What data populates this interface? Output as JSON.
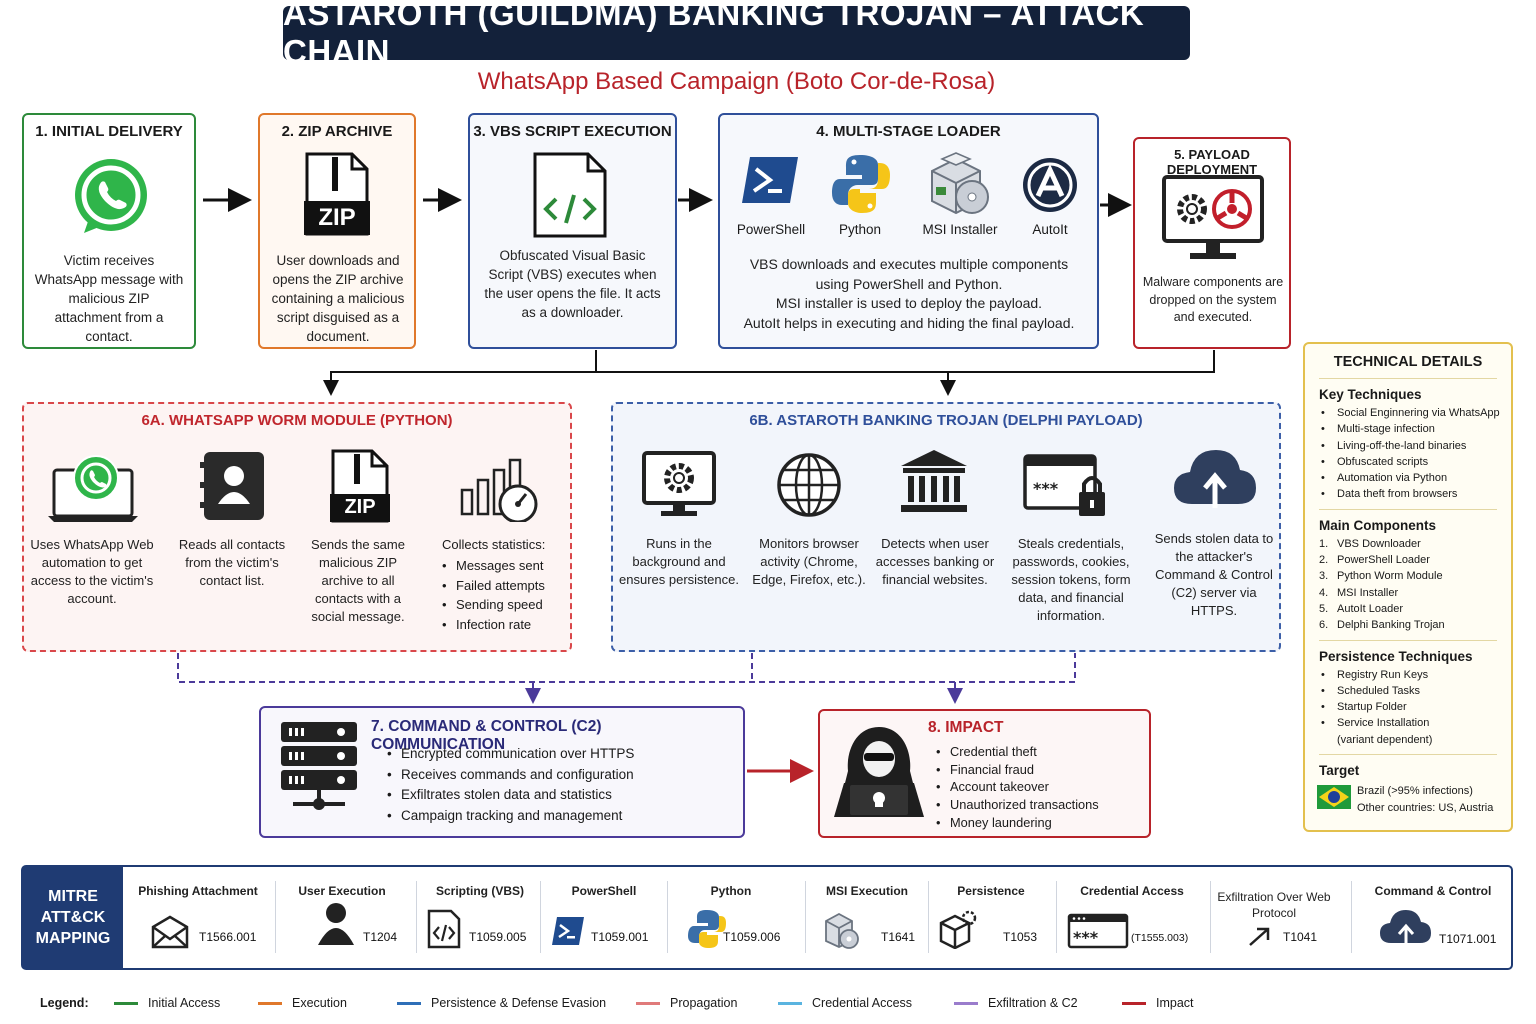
{
  "title": "ASTAROTH (GUILDMA) BANKING TROJAN – ATTACK CHAIN",
  "subtitle": "WhatsApp Based Campaign (Boto Cor-de-Rosa)",
  "step1": {
    "title": "1. INITIAL DELIVERY",
    "desc": "Victim receives WhatsApp message with malicious ZIP attachment from a contact."
  },
  "step2": {
    "title": "2. ZIP ARCHIVE",
    "icon_text": "ZIP",
    "desc": "User downloads and opens the ZIP archive containing a malicious script disguised as a document."
  },
  "step3": {
    "title": "3. VBS SCRIPT EXECUTION",
    "desc": "Obfuscated Visual Basic Script (VBS) executes when the user opens the file. It acts as a downloader."
  },
  "step4": {
    "title": "4. MULTI-STAGE LOADER",
    "tools": [
      "PowerShell",
      "Python",
      "MSI Installer",
      "AutoIt"
    ],
    "desc": [
      "VBS downloads and executes multiple components",
      "using PowerShell and Python.",
      "MSI installer is used to deploy the payload.",
      "AutoIt helps in executing and hiding the final payload."
    ]
  },
  "step5": {
    "title": "5. PAYLOAD DEPLOYMENT",
    "desc": "Malware components are dropped on the system and executed."
  },
  "step6a": {
    "title": "6A. WHATSAPP WORM MODULE (PYTHON)",
    "items": [
      {
        "desc": "Uses WhatsApp Web automation to get access to the victim's account."
      },
      {
        "desc": "Reads all contacts from the victim's contact list."
      },
      {
        "desc": "Sends the same malicious ZIP archive to all contacts with a social message.",
        "icon_text": "ZIP"
      },
      {
        "desc": "Collects statistics:",
        "bullets": [
          "Messages sent",
          "Failed attempts",
          "Sending speed",
          "Infection rate"
        ]
      }
    ]
  },
  "step6b": {
    "title": "6B. ASTAROTH BANKING TROJAN (DELPHI PAYLOAD)",
    "items": [
      "Runs in the background and ensures persistence.",
      "Monitors browser activity (Chrome, Edge, Firefox, etc.).",
      "Detects when user accesses banking or financial websites.",
      "Steals credentials, passwords, cookies, session tokens, form data, and financial information.",
      "Sends stolen data to the attacker's Command & Control (C2) server via HTTPS."
    ]
  },
  "step7": {
    "title": "7. COMMAND & CONTROL (C2) COMMUNICATION",
    "bullets": [
      "Encrypted communication over HTTPS",
      "Receives commands and configuration",
      "Exfiltrates stolen data and statistics",
      "Campaign tracking and management"
    ]
  },
  "step8": {
    "title": "8. IMPACT",
    "bullets": [
      "Credential theft",
      "Financial fraud",
      "Account takeover",
      "Unauthorized transactions",
      "Money laundering"
    ]
  },
  "technical": {
    "title": "TECHNICAL DETAILS",
    "key_title": "Key Techniques",
    "key": [
      "Social Enginnering via WhatsApp",
      "Multi-stage infection",
      "Living-off-the-land binaries",
      "Obfuscated scripts",
      "Automation via Python",
      "Data theft from browsers"
    ],
    "main_title": "Main Components",
    "main": [
      "VBS Downloader",
      "PowerShell Loader",
      "Python Worm Module",
      "MSI Installer",
      "AutoIt Loader",
      "Delphi Banking Trojan"
    ],
    "main_nums": [
      "1.",
      "2.",
      "3.",
      "4.",
      "5.",
      "6."
    ],
    "persist_title": "Persistence Techniques",
    "persist": [
      "Registry Run Keys",
      "Scheduled Tasks",
      "Startup Folder",
      "Service Installation"
    ],
    "persist_note": "(variant dependent)",
    "target_title": "Target",
    "target_main": "Brazil (>95% infections)",
    "target_other": "Other countries: US, Austria"
  },
  "mitre": {
    "label": "MITRE ATT&CK MAPPING",
    "items": [
      {
        "name": "Phishing Attachment",
        "id": "T1566.001"
      },
      {
        "name": "User Execution",
        "id": "T1204"
      },
      {
        "name": "Scripting (VBS)",
        "id": "T1059.005"
      },
      {
        "name": "PowerShell",
        "id": "T1059.001"
      },
      {
        "name": "Python",
        "id": "T1059.006"
      },
      {
        "name": "MSI Execution",
        "id": "T1641"
      },
      {
        "name": "Persistence",
        "id": "T1053"
      },
      {
        "name": "Credential Access",
        "id": "(T1555.003)"
      },
      {
        "name": "Exfiltration Over Web Protocol",
        "id": "T1041"
      },
      {
        "name": "Command & Control",
        "id": "T1071.001"
      }
    ]
  },
  "legend": {
    "label": "Legend:",
    "items": [
      {
        "name": "Initial Access",
        "color": "#2d8a3a"
      },
      {
        "name": "Execution",
        "color": "#e0782b"
      },
      {
        "name": "Persistence & Defense Evasion",
        "color": "#2f6fb8"
      },
      {
        "name": "Propagation",
        "color": "#e07a7a"
      },
      {
        "name": "Credential Access",
        "color": "#5ab4e0"
      },
      {
        "name": "Exfiltration & C2",
        "color": "#9a7ccc"
      },
      {
        "name": "Impact",
        "color": "#b8232a"
      }
    ]
  },
  "colors": {
    "navy": "#13213a",
    "red": "#b8232a",
    "green": "#2d8a3a",
    "orange": "#e0782b",
    "blue": "#2f4f9a",
    "gold": "#e3c04e"
  }
}
